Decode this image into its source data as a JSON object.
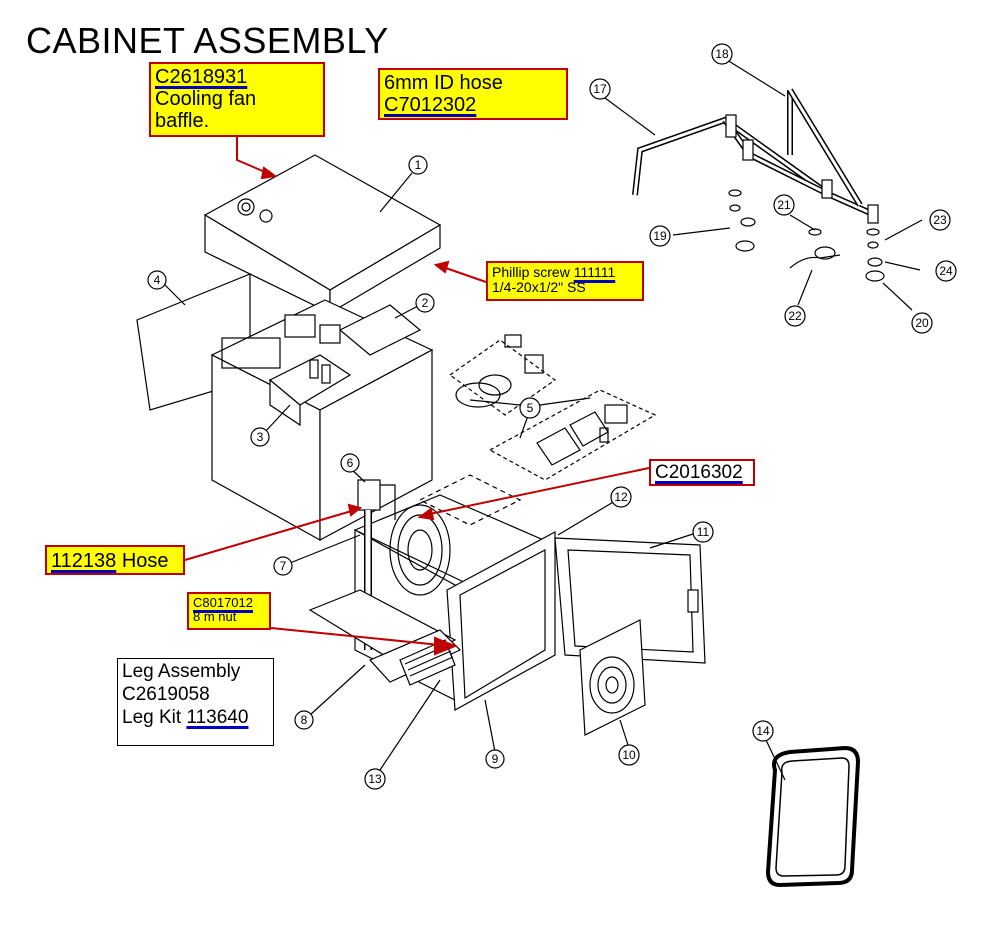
{
  "title": "CABINET ASSEMBLY",
  "callouts": {
    "baffle": {
      "part": "C2618931",
      "line2": "Cooling fan",
      "line3": "baffle."
    },
    "hose6mm": {
      "line1": "6mm ID hose",
      "part": "C7012302"
    },
    "screw": {
      "line1_prefix": "Phillip screw ",
      "part": "111111",
      "line2": "1/4-20x1/2\" SS"
    },
    "c2016302": {
      "part": "C2016302"
    },
    "hose112138": {
      "part": "112138",
      "suffix": " Hose"
    },
    "nut": {
      "part": "C8017012",
      "line2": "8 m nut"
    }
  },
  "leg": {
    "line1": "Leg Assembly",
    "line2": "C2619058",
    "line3_prefix": "Leg Kit ",
    "part": "113640"
  },
  "item_numbers": [
    "1",
    "2",
    "3",
    "4",
    "5",
    "6",
    "7",
    "8",
    "9",
    "10",
    "11",
    "12",
    "13",
    "14",
    "17",
    "18",
    "19",
    "20",
    "21",
    "22",
    "23",
    "24"
  ],
  "colors": {
    "highlight": "#ffff00",
    "callout_border": "#c00000",
    "underline": "#0000c0",
    "line": "#000000"
  }
}
